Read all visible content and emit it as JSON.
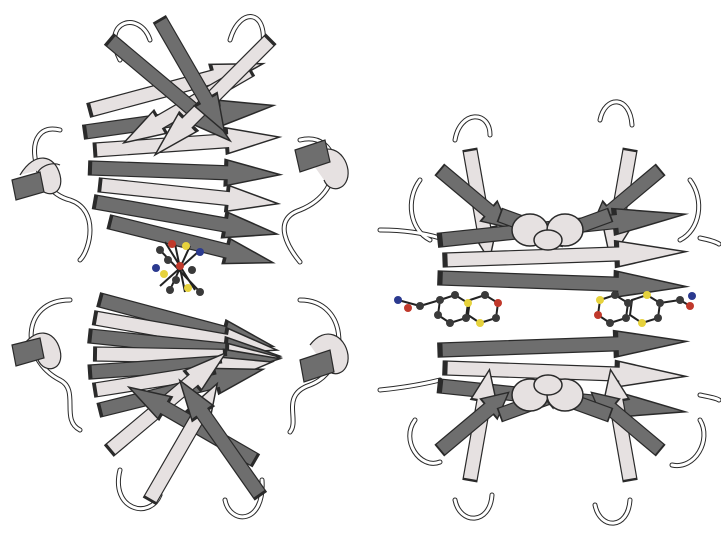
{
  "figure": {
    "panels": [
      {
        "id": "left",
        "depiction": "protein-ribbon-side-view",
        "ligand": "ligand-ball-and-stick-center"
      },
      {
        "id": "right",
        "depiction": "protein-ribbon-top-view",
        "ligands": [
          "ligand-ball-and-stick-left",
          "ligand-ball-and-stick-right"
        ]
      }
    ],
    "colors": {
      "strand_dark": "#6e6e6e",
      "strand_light": "#e6e1e1",
      "outline": "#2a2a2a",
      "coil": "#ffffff",
      "ligand_dark": "#3a3a3a",
      "ligand_yellow": "#e6d23c",
      "ligand_red": "#c0392b",
      "ligand_blue": "#2b3a8f"
    }
  }
}
